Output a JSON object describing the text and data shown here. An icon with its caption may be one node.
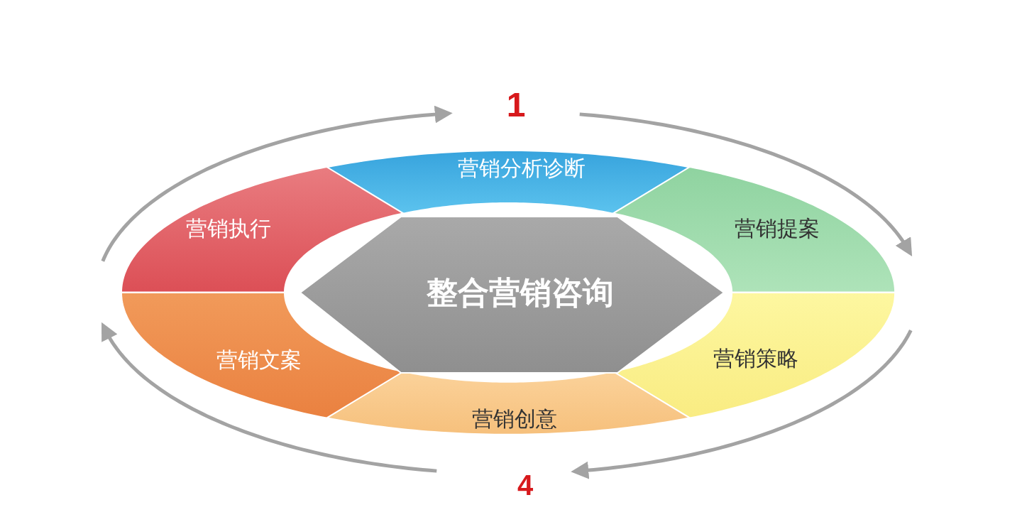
{
  "diagram": {
    "nodes": [
      {
        "text": [
          "营销分析诊断"
        ]
      },
      {
        "text": [
          "营销提案"
        ]
      },
      {
        "text": [
          "营销策略"
        ]
      },
      {
        "text": [
          "营销创意"
        ]
      },
      {
        "text": [
          "营销文案"
        ]
      },
      {
        "text": [
          "营销执行"
        ]
      },
      {
        "text": [
          "整合营销咨询"
        ]
      }
    ],
    "labels": [
      "1",
      "4"
    ]
  }
}
